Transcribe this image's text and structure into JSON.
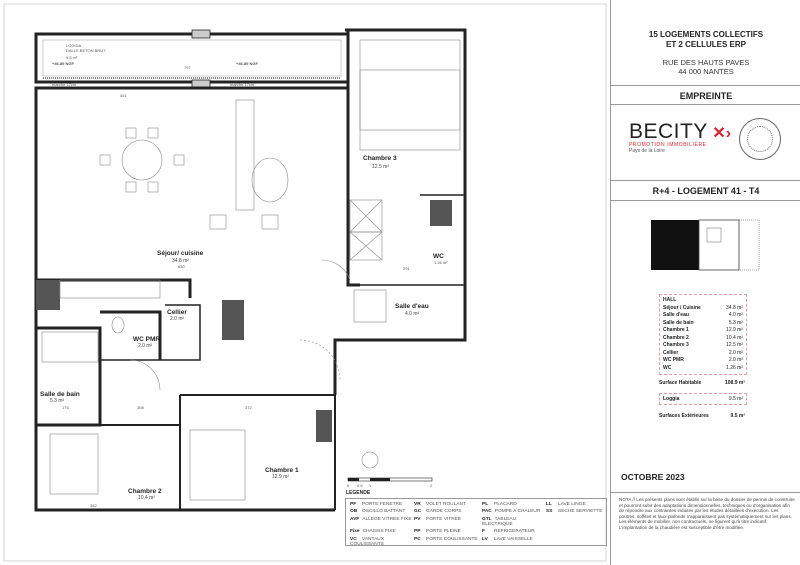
{
  "project": {
    "title_line1": "15 LOGEMENTS COLLECTIFS",
    "title_line2": "ET 2 CELLULES ERP",
    "address_line1": "RUE DES HAUTS PAVES",
    "address_line2": "44 000 NANTES",
    "program": "EMPREINTE"
  },
  "logo": {
    "brand": "BECITY",
    "tagline": "PROMOTION IMMOBILIÈRE",
    "region": "Pays de la Loire",
    "accent": "#e3202b"
  },
  "unit": {
    "title": "R+4 - LOGEMENT 41 - T4"
  },
  "surfaces": {
    "rows": [
      {
        "name": "HALL",
        "area": ""
      },
      {
        "name": "Séjour / Cuisine",
        "area": "34.8 m²"
      },
      {
        "name": "Salle d'eau",
        "area": "4.0 m²"
      },
      {
        "name": "Salle de bain",
        "area": "5.3 m²"
      },
      {
        "name": "Chambre 1",
        "area": "12.9 m²"
      },
      {
        "name": "Chambre 2",
        "area": "10.4 m²"
      },
      {
        "name": "Chambre 3",
        "area": "12.5 m²"
      },
      {
        "name": "Cellier",
        "area": "2.0 m²"
      },
      {
        "name": "WC PMR",
        "area": "2.0 m²"
      },
      {
        "name": "WC",
        "area": "1.26 m²"
      }
    ],
    "habitable_label": "Surface Habitable",
    "habitable_value": "108.9 m²",
    "loggia_label": "Loggia",
    "loggia_value": "9.5 m²",
    "exterior_label": "Surfaces Extérieures",
    "exterior_value": "9.5 m²"
  },
  "date": "OCTOBRE 2023",
  "nota": "NOTA // Les présents plans sont établis sur la base du dossier de permis de construire et pourront subir des adaptations dimensionnelles, techniques ou d'organisation afin de répondre aux contraintes induites par les études détaillées d'exécution. Les poutres, soffites et faux-plafonds n'apparaissent pas systématiquement sur les plans. Les éléments de mobilier, non contractuels, ne figurent qu'à titre indicatif. L'implantation de la chaudière est susceptible d'être modifiée.",
  "plan": {
    "loggia_label": "LOGGIA",
    "loggia_sub": "DALLE BETON BRUT",
    "loggia_area": "9.5 m²",
    "ngf_left": "+46.89 NGF",
    "ngf_right": "+46.89 NGF",
    "dim_loggia": "797",
    "marche_left": "marche 17cm",
    "marche_right": "marche 17cm",
    "rooms": [
      {
        "name": "Chambre 3",
        "area": "12.5 m²"
      },
      {
        "name": "Séjour/ cuisine",
        "area": "34.8 m²"
      },
      {
        "name": "WC",
        "area": "1.26 m²"
      },
      {
        "name": "Salle d'eau",
        "area": "4.0 m²"
      },
      {
        "name": "Cellier",
        "area": "2.0 m²"
      },
      {
        "name": "WC PMR",
        "area": "2.0 m²"
      },
      {
        "name": "Salle de bain",
        "area": "5.3 m²"
      },
      {
        "name": "Chambre 1",
        "area": "12.9 m²"
      },
      {
        "name": "Chambre 2",
        "area": "10.4 m²"
      }
    ],
    "dims": {
      "sejour": "830",
      "sdb": "176",
      "d308": "308",
      "d372": "372",
      "d352": "352",
      "d291": "291",
      "d451": "451"
    },
    "scale_ticks": [
      "0",
      "0.5",
      "1",
      "2"
    ]
  },
  "legend": {
    "title": "LEGENDE",
    "items": [
      {
        "code": "PF",
        "label": "PORTE FENETRE"
      },
      {
        "code": "VR",
        "label": "VOLET ROULANT"
      },
      {
        "code": "PL",
        "label": "PLACARD"
      },
      {
        "code": "LL",
        "label": "LAVE LINGE"
      },
      {
        "code": "OB",
        "label": "OSCILLO BATTANT"
      },
      {
        "code": "GC",
        "label": "GARDE CORPS"
      },
      {
        "code": "PAC",
        "label": "POMPE A CHALEUR"
      },
      {
        "code": "SS",
        "label": "SECHE SERVIETTE"
      },
      {
        "code": "AVF",
        "label": "ALLEGE VITREE FIXE"
      },
      {
        "code": "PV",
        "label": "PORTE VITREE"
      },
      {
        "code": "GTL",
        "label": "TABLEAU ELECTRIQUE"
      },
      {
        "code": "",
        "label": ""
      },
      {
        "code": "Fixe",
        "label": "CHASSIS FIXE"
      },
      {
        "code": "PP",
        "label": "PORTE PLEINE"
      },
      {
        "code": "F",
        "label": "REFRIGERATEUR"
      },
      {
        "code": "",
        "label": ""
      },
      {
        "code": "VC",
        "label": "VANTAUX COULISSANTS"
      },
      {
        "code": "PC",
        "label": "PORTE COULISSANTE"
      },
      {
        "code": "LV",
        "label": "LAVE VAISSELLE"
      },
      {
        "code": "",
        "label": ""
      }
    ]
  }
}
